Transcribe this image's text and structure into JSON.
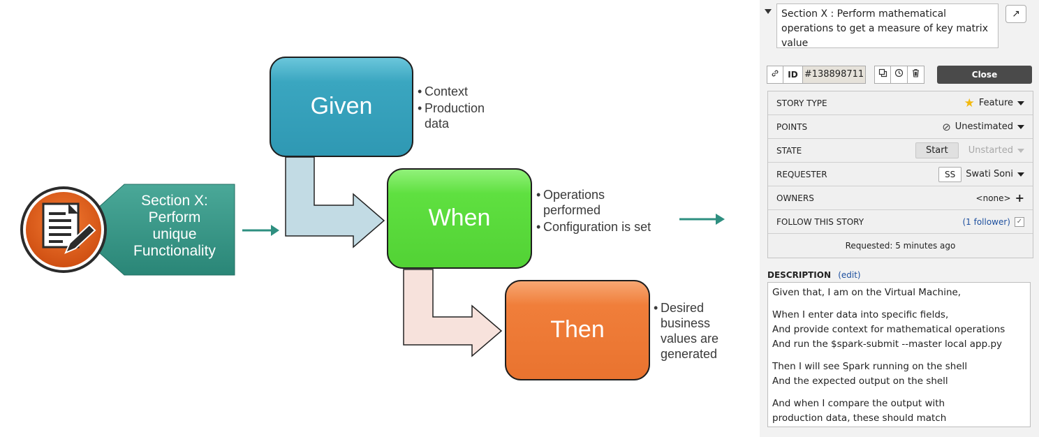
{
  "diagram": {
    "section_title_lines": [
      "Section X:",
      "Perform",
      "unique",
      "Functionality"
    ],
    "given": {
      "label": "Given",
      "bullets": [
        "Context",
        "Production data"
      ]
    },
    "when": {
      "label": "When",
      "bullets": [
        "Operations performed",
        "Configuration is set"
      ]
    },
    "then": {
      "label": "Then",
      "bullets": [
        "Desired business values are generated"
      ]
    },
    "colors": {
      "teal": "#2e8f80",
      "given": "#3aa6c0",
      "when": "#5fe040",
      "then": "#f07e3a",
      "arrow_blue": "#c2dbe4",
      "arrow_pink": "#f7e2dc",
      "icon_orange": "#e8601c"
    },
    "icon": "document-edit-icon"
  },
  "story": {
    "title": "Section X : Perform mathematical operations to get a measure of key matrix value",
    "expand_icon": "↗",
    "id_label": "ID",
    "id_value": "#138898711",
    "close_label": "Close",
    "fields": {
      "story_type": {
        "label": "STORY TYPE",
        "value": "Feature"
      },
      "points": {
        "label": "POINTS",
        "value": "Unestimated"
      },
      "state": {
        "label": "STATE",
        "button": "Start",
        "value": "Unstarted"
      },
      "requester": {
        "label": "REQUESTER",
        "initials": "SS",
        "value": "Swati Soni"
      },
      "owners": {
        "label": "OWNERS",
        "value": "<none>",
        "add": "+"
      },
      "follow": {
        "label": "FOLLOW THIS STORY",
        "value": "(1 follower)"
      }
    },
    "requested": "Requested: 5 minutes ago",
    "description_label": "DESCRIPTION",
    "description_edit": "(edit)",
    "description": [
      [
        "Given that, I am on the Virtual Machine,"
      ],
      [
        "When I enter data into specific fields,",
        "And provide context for mathematical operations",
        "And run the $spark-submit --master local app.py"
      ],
      [
        "Then I will see Spark running on the shell",
        "And the expected output on the shell"
      ],
      [
        "And when I compare the output with",
        "production data, these should match"
      ]
    ]
  }
}
